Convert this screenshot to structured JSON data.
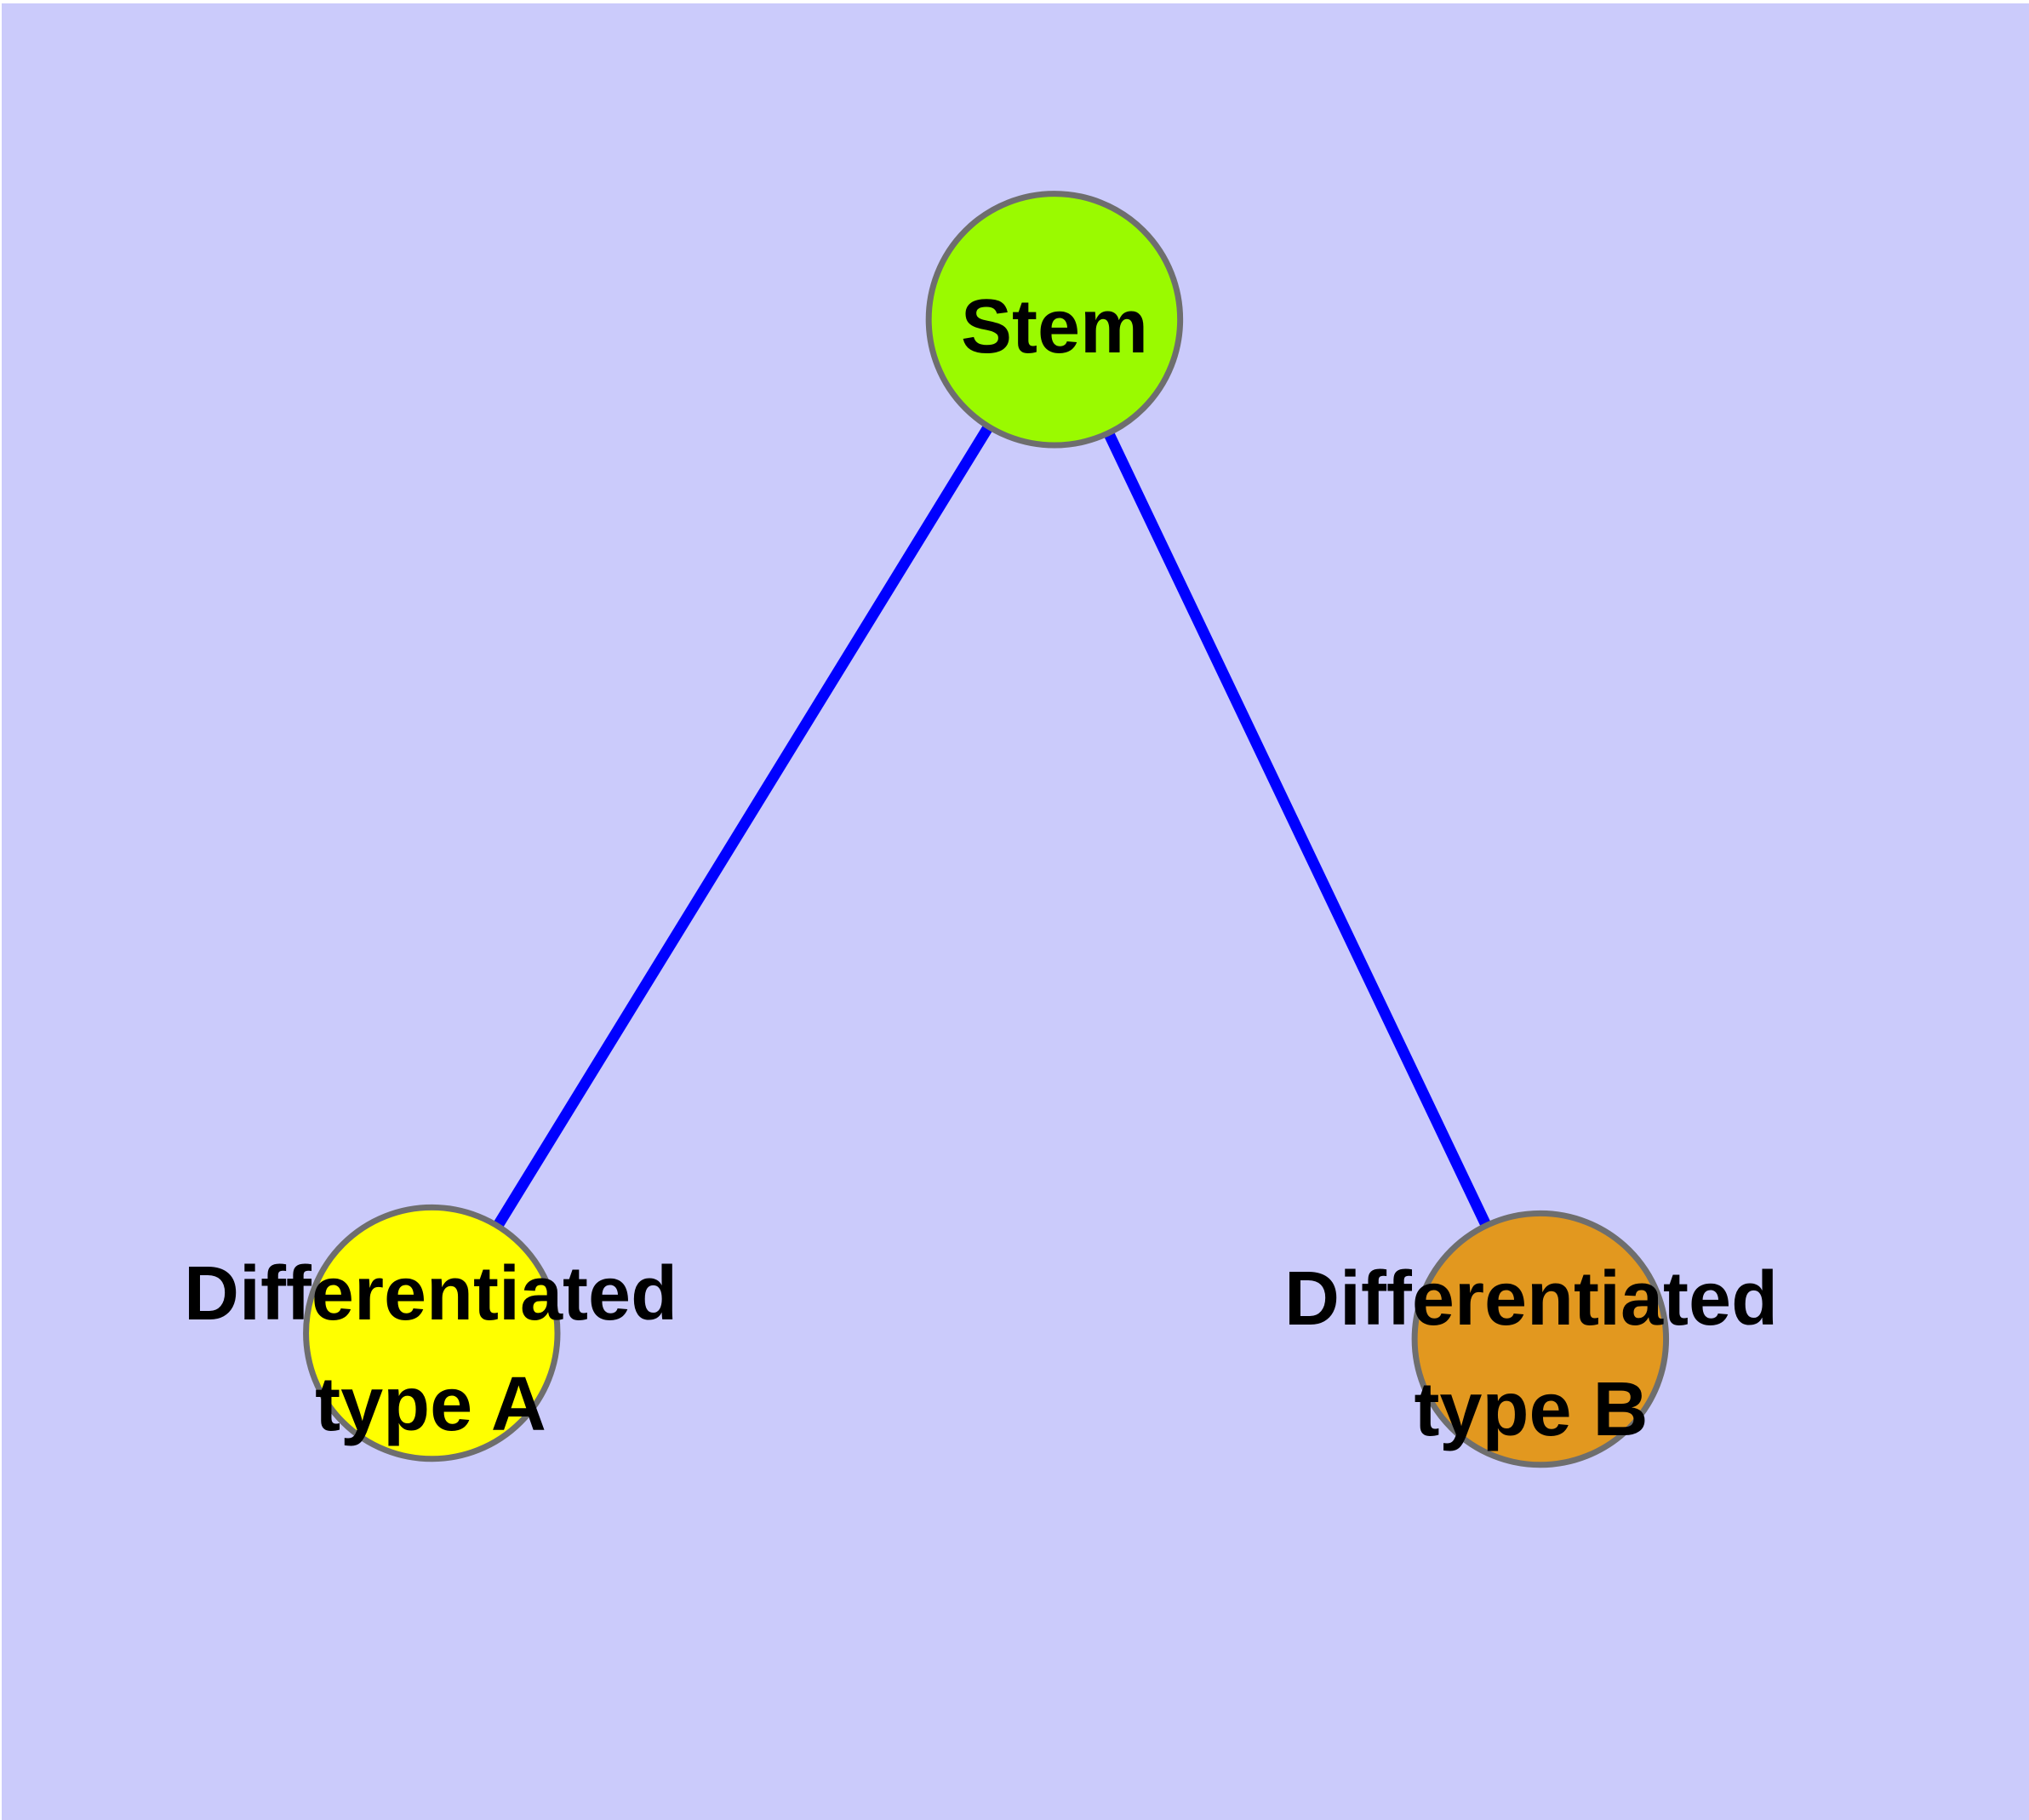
{
  "diagram": {
    "type": "graph",
    "colors": {
      "background": "#cbcbfb",
      "edge": "#0000ff",
      "node_border": "#6e6e6e",
      "label_text": "#000000"
    },
    "nodes": [
      {
        "id": "stem",
        "label": "Stem",
        "color": "#9afa00"
      },
      {
        "id": "differentiated-type-a",
        "label_line1": "Differentiated",
        "label_line2": "type A",
        "color": "#ffff00"
      },
      {
        "id": "differentiated-type-b",
        "label_line1": "Differentiated",
        "label_line2": "type B",
        "color": "#e2981f"
      }
    ],
    "edges": [
      {
        "from": "stem",
        "to": "differentiated-type-a"
      },
      {
        "from": "stem",
        "to": "differentiated-type-b"
      }
    ]
  }
}
